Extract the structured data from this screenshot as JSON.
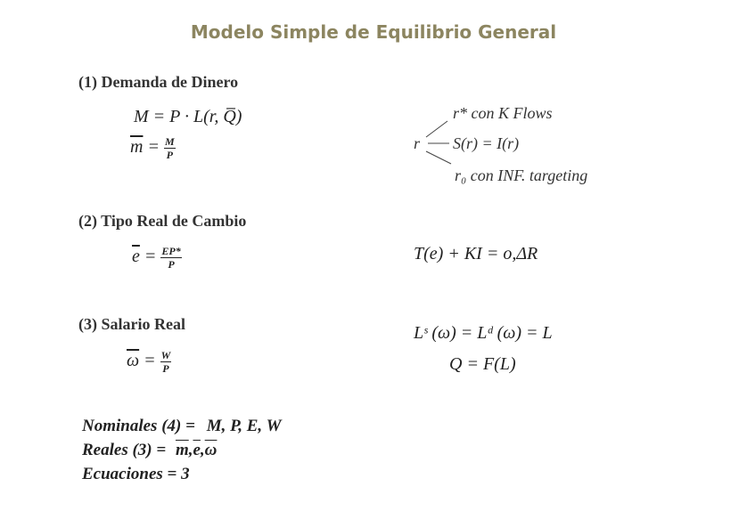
{
  "title": "Modelo Simple de Equilibrio General",
  "sections": {
    "dinero": {
      "heading": "(1) Demanda de Dinero",
      "eq1": "M = P · L(r, Q̅)",
      "eq2_lhs": "m",
      "eq2_num": "M",
      "eq2_den": "P"
    },
    "cambio": {
      "heading": "(2) Tipo Real de Cambio",
      "eq_lhs": "e",
      "eq_num": "EP*",
      "eq_den": "P"
    },
    "salario": {
      "heading": "(3) Salario Real",
      "eq_lhs": "ω",
      "eq_num": "W",
      "eq_den": "P"
    }
  },
  "right": {
    "r_label": "r",
    "r_top": "r* con K Flows",
    "r_mid": "S(r) = I(r)",
    "r_bottom": "r₀ con  INF. targeting",
    "balance": "T(e) + KI = o,ΔR",
    "labor": "Lˢ (ω) = Lᵈ (ω) = L",
    "production": "Q = F(L)"
  },
  "summary": {
    "nominales_label": "Nominales (4)  =",
    "nominales_value": "M, P, E, W",
    "reales_label": "Reales (3)  =",
    "reales_value": [
      "m",
      "e",
      "ω"
    ],
    "ecuaciones": "Ecuaciones = 3"
  }
}
